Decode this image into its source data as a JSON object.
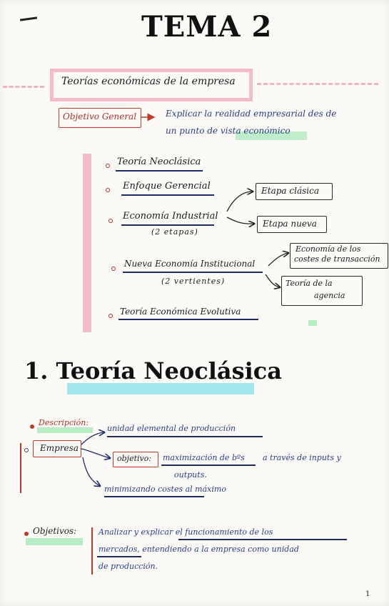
{
  "title": "TEMA 2",
  "subtitle": "Teorías económicas de la empresa",
  "objetivo_general": {
    "label": "Objetivo General",
    "text_line1": "Explicar la realidad empresarial des de",
    "text_line2": "un punto de vista económico"
  },
  "theories": {
    "t1": "Teoría Neoclásica",
    "t2": "Enfoque Gerencial",
    "t3": "Economía Industrial",
    "t3_note": "(2 etapas)",
    "t3_a": "Etapa clásica",
    "t3_b": "Etapa nueva",
    "t4": "Nueva Economía Institucional",
    "t4_note": "(2 vertientes)",
    "t4_a_l1": "Economía de los",
    "t4_a_l2": "costes de transacción",
    "t4_b_l1": "Teoría de la",
    "t4_b_l2": "agencia",
    "t5": "Teoría Económica Evolutiva"
  },
  "section1": {
    "heading": "1. Teoría Neoclásica",
    "descripcion_label": "Descripción:",
    "empresa_label": "Empresa",
    "branch1": "unidad elemental de producción",
    "objetivo_label": "objetivo:",
    "branch2_line1": "maximización de bºs",
    "branch2_rest": "a través de inputs y",
    "branch2_line2": "outputs.",
    "branch3": "minimizando costes al máximo",
    "objetivos_label": "Objetivos:",
    "obj_line1": "Analizar y explicar el funcionamiento de los",
    "obj_line2": "mercados, entendiendo a la empresa como unidad",
    "obj_line3": "de producción."
  },
  "page_number": "1",
  "colors": {
    "pink_highlight": "#f2b8c6",
    "green_highlight": "#b8ecc4",
    "cyan_highlight": "#8fe3ea",
    "red_ink": "#c0392b",
    "blue_ink": "#2a3b8f"
  }
}
